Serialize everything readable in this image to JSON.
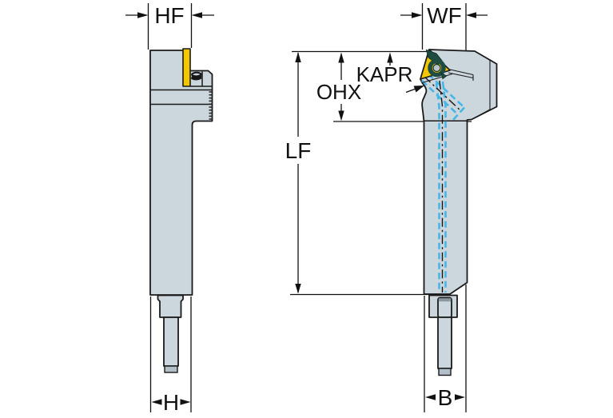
{
  "diagram": {
    "type": "tool-holder-dimension-drawing",
    "labels": {
      "hf": "HF",
      "h": "H",
      "wf": "WF",
      "b": "B",
      "lf": "LF",
      "ohx": "OHX",
      "kapr": "KAPR"
    },
    "colors": {
      "background": "#ffffff",
      "outline": "#1a1a1a",
      "dimension": "#111111",
      "body": "#ccd6dd",
      "body_shade": "#b3bfc8",
      "insert_yellow": "#f3c700",
      "clamp_teal": "#1f4d42",
      "coolant_blue": "#45b6e8"
    }
  }
}
